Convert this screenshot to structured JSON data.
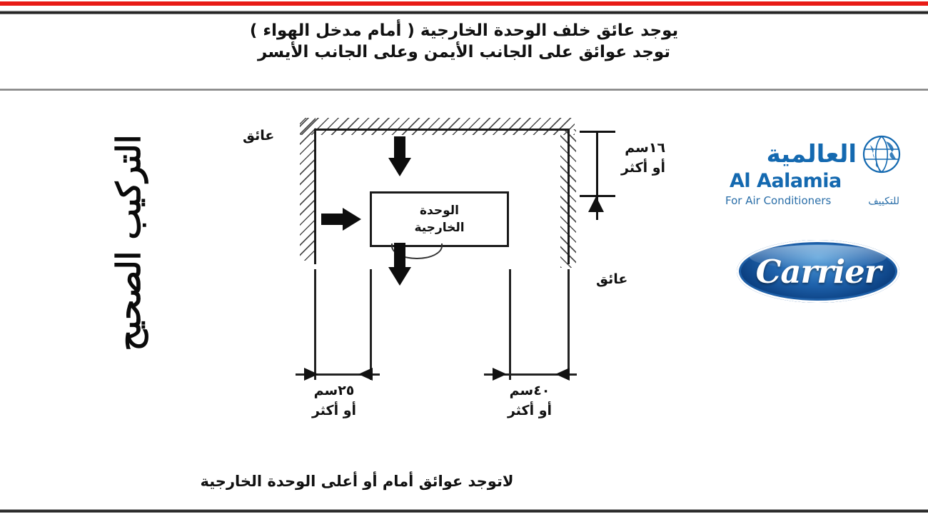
{
  "header": {
    "line1": "يوجد عائق خلف الوحدة الخارجية ( أمام مدخل الهواء )",
    "line2": "توجد عوائق على الجانب الأيمن وعلى الجانب الأيسر"
  },
  "side_caption": {
    "text": "التركيب الصحيح"
  },
  "diagram": {
    "unit_label_line1": "الوحدة",
    "unit_label_line2": "الخارجية",
    "obstacle_left": "عائق",
    "obstacle_right": "عائق",
    "vertical_clearance": {
      "value": "١٦سم",
      "qualifier": "أو أكثر"
    },
    "left_clearance": {
      "value": "٢٥سم",
      "qualifier": "أو أكثر"
    },
    "right_clearance": {
      "value": "٤٠سم",
      "qualifier": "أو أكثر"
    }
  },
  "bottom_caption": {
    "text": "لاتوجد عوائق أمام أو أعلى الوحدة الخارجية"
  },
  "logos": {
    "aalamia": {
      "arabic_name": "العالمية",
      "english_name": "Al Aalamia",
      "english_tagline": "For Air Conditioners",
      "arabic_tagline": "للتكييف",
      "color": "#1469b0"
    },
    "carrier": {
      "name": "Carrier",
      "color": "#1f63ad"
    }
  },
  "colors": {
    "accent_red": "#e81b16",
    "brand_blue": "#1469b0",
    "ink": "#111111"
  }
}
